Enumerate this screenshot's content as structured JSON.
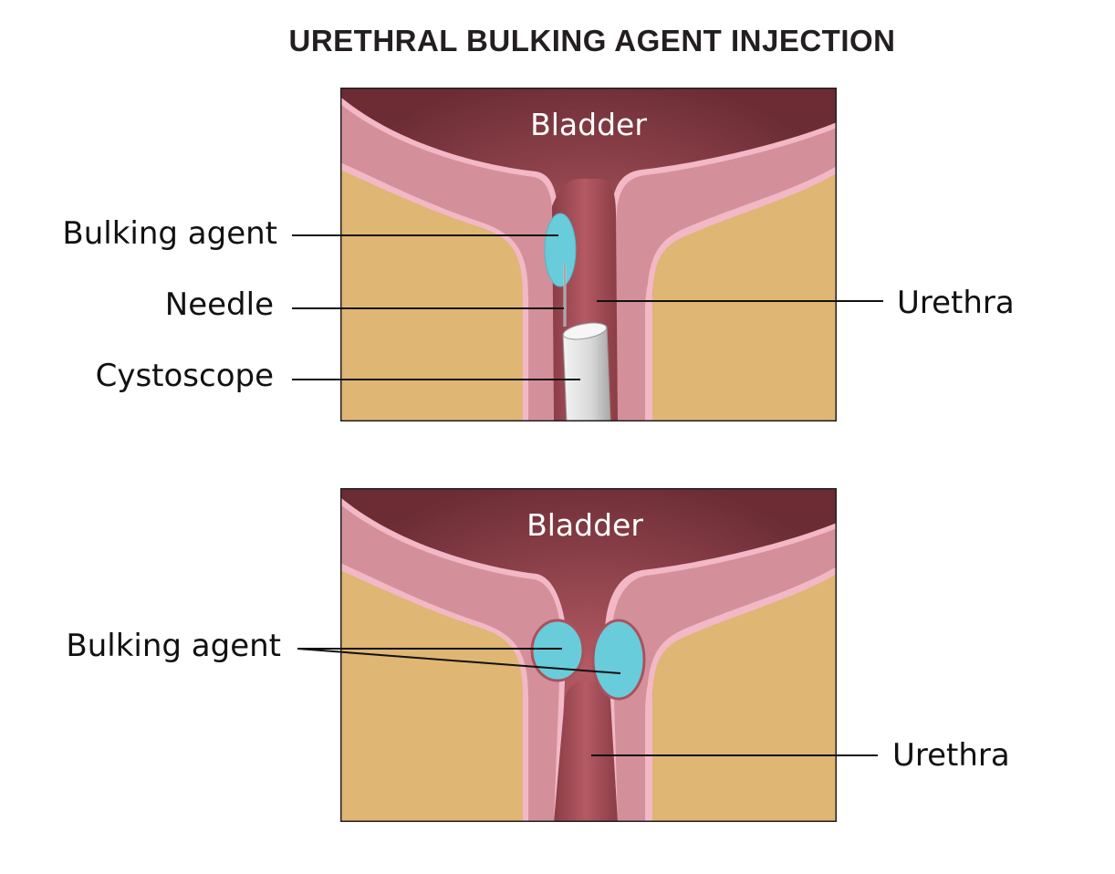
{
  "title": "URETHRAL BULKING AGENT INJECTION",
  "colors": {
    "bladder_dark": "#6e2e36",
    "bladder_mid": "#a9525c",
    "wall_pink": "#d4909a",
    "wall_edge": "#f2b8c6",
    "fat": "#dfb673",
    "bulking_agent": "#69ccdb",
    "cystoscope": "#e6e6e6",
    "frame": "#231f20"
  },
  "panels": [
    {
      "organ_label": "Bladder",
      "left_labels": [
        "Bulking agent",
        "Needle",
        "Cystoscope"
      ],
      "right_labels": [
        "Urethra"
      ]
    },
    {
      "organ_label": "Bladder",
      "left_labels": [
        "Bulking agent"
      ],
      "right_labels": [
        "Urethra"
      ]
    }
  ]
}
